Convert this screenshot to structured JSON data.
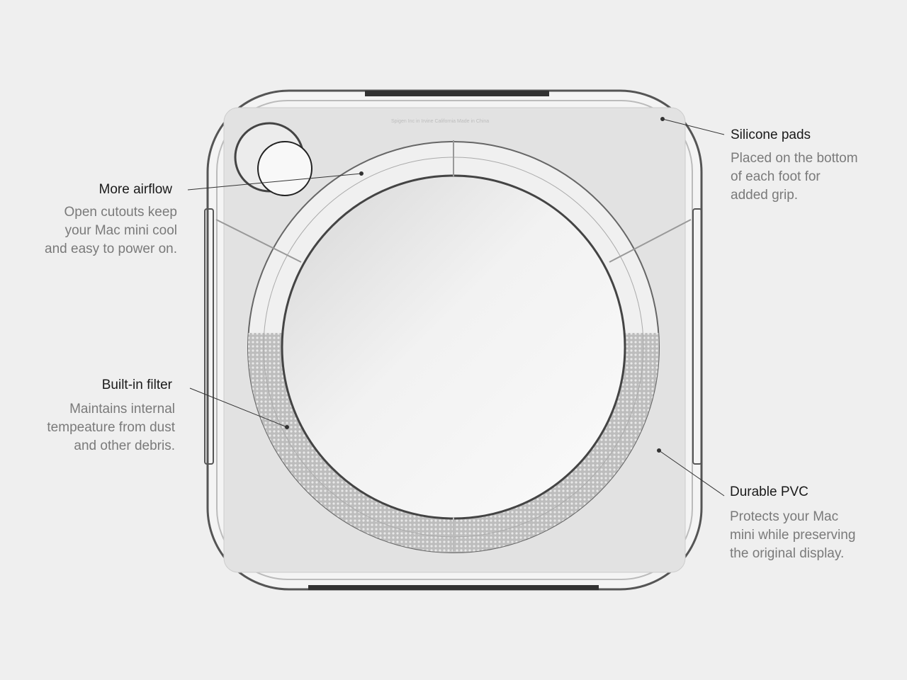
{
  "engraving": "Spigen Inc in Irvine California Made in China",
  "callouts": {
    "airflow": {
      "title": "More airflow",
      "lines": [
        "Open cutouts keep",
        "your Mac mini cool",
        "and easy to power on."
      ]
    },
    "filter": {
      "title": "Built-in filter",
      "lines": [
        "Maintains internal",
        "tempeature from dust",
        "and other debris."
      ]
    },
    "silicone": {
      "title": "Silicone pads",
      "lines": [
        "Placed on the bottom",
        "of each foot for",
        "added grip."
      ]
    },
    "pvc": {
      "title": "Durable PVC",
      "lines": [
        "Protects your Mac",
        "mini while preserving",
        "the original display."
      ]
    }
  }
}
